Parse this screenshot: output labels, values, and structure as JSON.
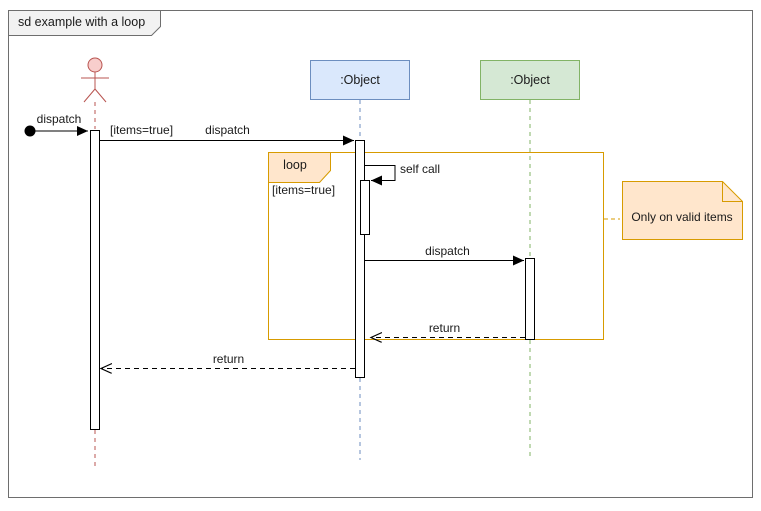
{
  "frame": {
    "label": "sd example with a loop"
  },
  "participants": {
    "actor": {
      "kind": "stick-figure-actor"
    },
    "object1": {
      "label": ":Object",
      "fill": "#dae8fc",
      "stroke": "#6c8ebf"
    },
    "object2": {
      "label": ":Object",
      "fill": "#d5e8d4",
      "stroke": "#82b366"
    }
  },
  "messages": {
    "found": {
      "label": "dispatch",
      "style": "solid-filled-arrow"
    },
    "dispatch1": {
      "guard": "[items=true]",
      "label": "dispatch",
      "style": "solid-filled-arrow"
    },
    "self_call": {
      "label": "self call",
      "style": "solid-filled-arrow"
    },
    "dispatch2": {
      "label": "dispatch",
      "style": "solid-filled-arrow"
    },
    "return1": {
      "label": "return",
      "style": "dashed-open-arrow"
    },
    "return2": {
      "label": "return",
      "style": "dashed-open-arrow"
    }
  },
  "fragment": {
    "operator": "loop",
    "guard": "[items=true]"
  },
  "note": {
    "text": "Only on valid items"
  },
  "colors": {
    "frame_stroke": "#6e6e6e",
    "tab_fill": "#f2f2f2",
    "actor_stroke": "#b85450",
    "actor_fill": "#f8cecc",
    "object1_fill": "#dae8fc",
    "object1_stroke": "#6c8ebf",
    "object2_fill": "#d5e8d4",
    "object2_stroke": "#82b366",
    "fragment_stroke": "#d79b00",
    "fragment_fill": "#ffe6cc",
    "message_stroke": "#000000"
  }
}
